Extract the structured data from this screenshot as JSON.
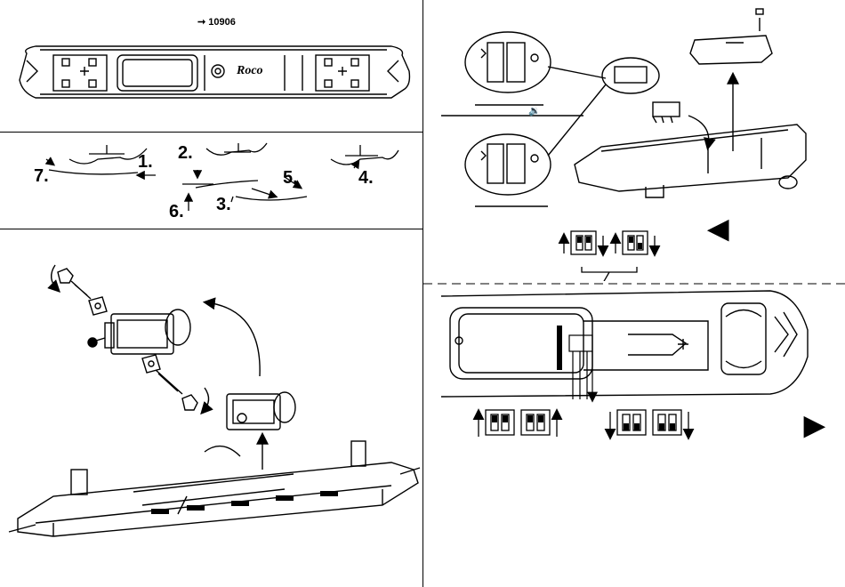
{
  "manual_page": {
    "part_reference": {
      "arrow": "➞",
      "number": "10906"
    },
    "brand_logo_text": "Roco",
    "sound_symbol": "🔉",
    "step_labels": [
      "1.",
      "2.",
      "3.",
      "4.",
      "5.",
      "6.",
      "7."
    ],
    "direction_arrows": {
      "left": "◀",
      "right": "▶"
    },
    "icons": [
      "screw-icon",
      "dip-switch-icon",
      "rotation-arrow-icon",
      "speaker-icon",
      "decoder-icon",
      "direction-arrow-icon"
    ]
  }
}
